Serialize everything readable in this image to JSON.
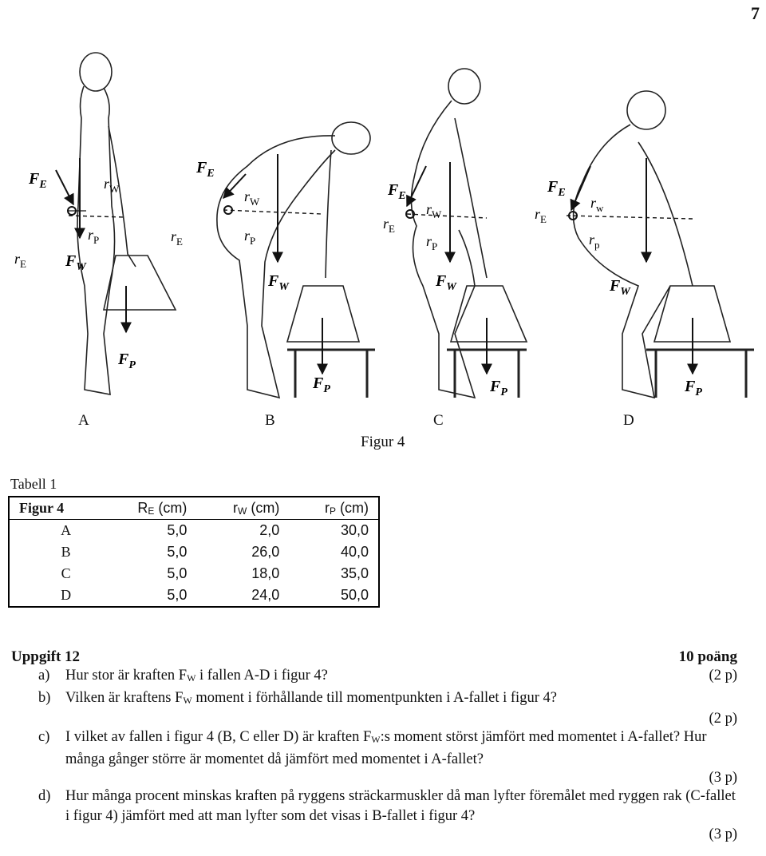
{
  "page_number": "7",
  "figure": {
    "caption": "Figur 4",
    "panels": [
      "A",
      "B",
      "C",
      "D"
    ],
    "labels": {
      "f": "F",
      "e_sub": "E",
      "w_sub": "W",
      "p_sub": "P",
      "r": "r",
      "w_small": "w",
      "p_small": "p"
    }
  },
  "table": {
    "title": "Tabell 1",
    "headers": [
      "Figur 4",
      "R",
      "r",
      "r"
    ],
    "header_subs": [
      "",
      "E",
      "W",
      "P"
    ],
    "header_units": [
      "",
      "(cm)",
      "(cm)",
      "(cm)"
    ],
    "rows": [
      [
        "A",
        "5,0",
        "2,0",
        "30,0"
      ],
      [
        "B",
        "5,0",
        "26,0",
        "40,0"
      ],
      [
        "C",
        "5,0",
        "18,0",
        "35,0"
      ],
      [
        "D",
        "5,0",
        "24,0",
        "50,0"
      ]
    ]
  },
  "task": {
    "title": "Uppgift 12",
    "points": "10 poäng",
    "questions": [
      {
        "letter": "a)",
        "text_before": "Hur stor är kraften F",
        "sub": "W",
        "text_after": " i fallen A-D i figur 4?",
        "points": "(2 p)"
      },
      {
        "letter": "b)",
        "text_before": "Vilken är kraftens F",
        "sub": "W",
        "text_after": " moment i förhållande till momentpunkten i A-fallet i figur 4?",
        "points": "(2 p)"
      },
      {
        "letter": "c)",
        "text_before": "I vilket av fallen i figur 4 (B, C eller D) är kraften F",
        "sub": "W",
        "text_after": ":s moment störst jämfört med momentet i A-fallet? Hur många gånger större är momentet då jämfört med momentet i A-fallet?",
        "points": "(3 p)"
      },
      {
        "letter": "d)",
        "text_before": "Hur många procent minskas kraften på ryggens sträckarmuskler då man lyfter föremålet med ryggen rak (C-fallet i figur 4) jämfört med att man lyfter som det visas i B-fallet i figur 4?",
        "sub": "",
        "text_after": "",
        "points": "(3 p)"
      }
    ]
  }
}
